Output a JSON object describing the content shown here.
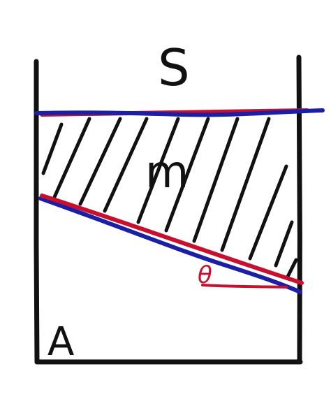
{
  "labels": {
    "top": "S",
    "middle": "m",
    "bottom": "A",
    "angle": "θ"
  },
  "colors": {
    "ink": "#111111",
    "red": "#c8102e",
    "blue": "#1a1fa6",
    "background": "#ffffff"
  }
}
